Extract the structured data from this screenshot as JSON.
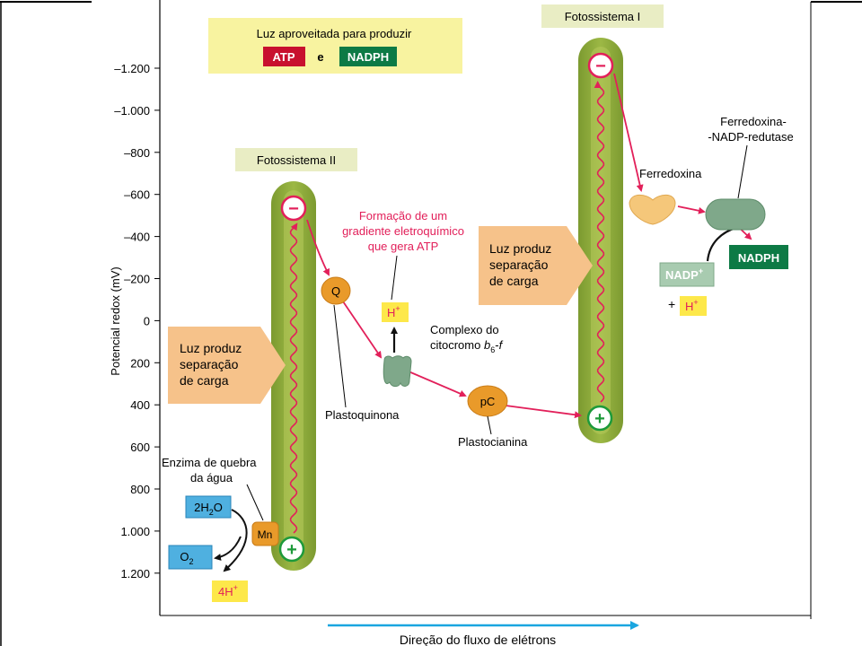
{
  "axis": {
    "ylabel": "Potencial redox (mV)",
    "ticks": [
      "–1.200",
      "–1.000",
      "–800",
      "–600",
      "–400",
      "–200",
      "0",
      "200",
      "400",
      "600",
      "800",
      "1.000",
      "1.200"
    ],
    "xlabel": "Direção do fluxo de elétrons"
  },
  "legend": {
    "line1": "Luz aproveitada para produzir",
    "atp": "ATP",
    "e": "e",
    "nadph": "NADPH"
  },
  "photosystems": {
    "ps1_label": "Fotossistema I",
    "ps2_label": "Fotossistema II",
    "minus": "−",
    "plus": "+"
  },
  "light": {
    "ps2": [
      "Luz produz",
      "separação",
      "de carga"
    ],
    "ps1": [
      "Luz produz",
      "separação",
      "de carga"
    ]
  },
  "water": {
    "enzyme_label": [
      "Enzima de quebra",
      "da água"
    ],
    "mn": "Mn",
    "h2o_pre": "2H",
    "h2o_sub": "2",
    "h2o_post": "O",
    "o2_pre": "O",
    "o2_sub": "2",
    "h4_pre": "4H",
    "h4_sup": "+"
  },
  "chain": {
    "q": "Q",
    "plastoquinona": "Plastoquinona",
    "gradient": [
      "Formação de um",
      "gradiente eletroquímico",
      "que gera ATP"
    ],
    "h_pre": "H",
    "h_sup": "+",
    "cyt_line1": "Complexo do",
    "cyt_line2_pre": "citocromo ",
    "cyt_b": "b",
    "cyt_sub": "6",
    "cyt_post": "-",
    "cyt_f": "f",
    "pc": "pC",
    "plastocianina": "Plastocianina"
  },
  "ps1_side": {
    "ferredoxina": "Ferredoxina",
    "fnr": [
      "Ferredoxina-",
      "-NADP-redutase"
    ],
    "nadp_pre": "NADP",
    "nadp_sup": "+",
    "plus": "+",
    "h_pre": "H",
    "h_sup": "+",
    "nadph": "NADPH"
  },
  "colors": {
    "column": "#8aa83a",
    "column_inner": "#b9cb5e",
    "arrow": "#e2205a",
    "yellow": "#f8f3a0",
    "blue_box": "#4fb0e0",
    "orange": "#e99a2a",
    "atp_red": "#c8102e",
    "nadph_green": "#0d7a45",
    "light_arrow": "#f6c28a"
  }
}
